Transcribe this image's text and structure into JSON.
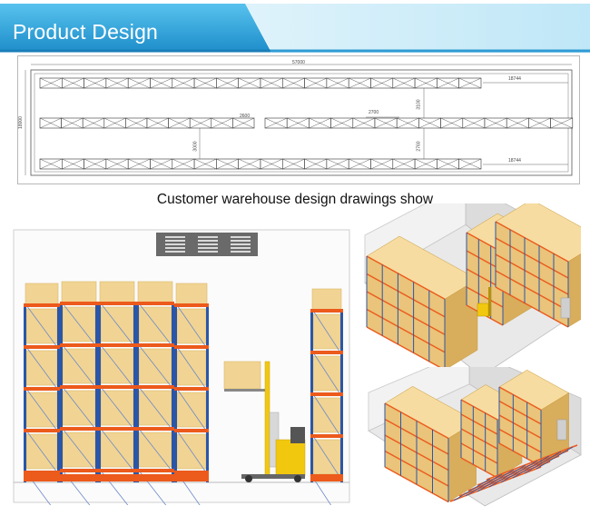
{
  "header": {
    "title": "Product Design"
  },
  "plan": {
    "dims": {
      "total_length": "57000",
      "total_width": "18000",
      "right_top": "18744",
      "right_bottom": "18744",
      "aisle_left": "2600",
      "aisle_gap": "2700",
      "v_right_top": "3100",
      "v_left": "3000",
      "v_right_bottom": "2760"
    }
  },
  "caption": "Customer warehouse design drawings show",
  "colors": {
    "banner_blue": "#2f9bd4",
    "upright_blue": "#2b56a8",
    "beam_orange": "#ec5a1c",
    "carton": "#f1d493",
    "forklift_yellow": "#f2c80f"
  }
}
